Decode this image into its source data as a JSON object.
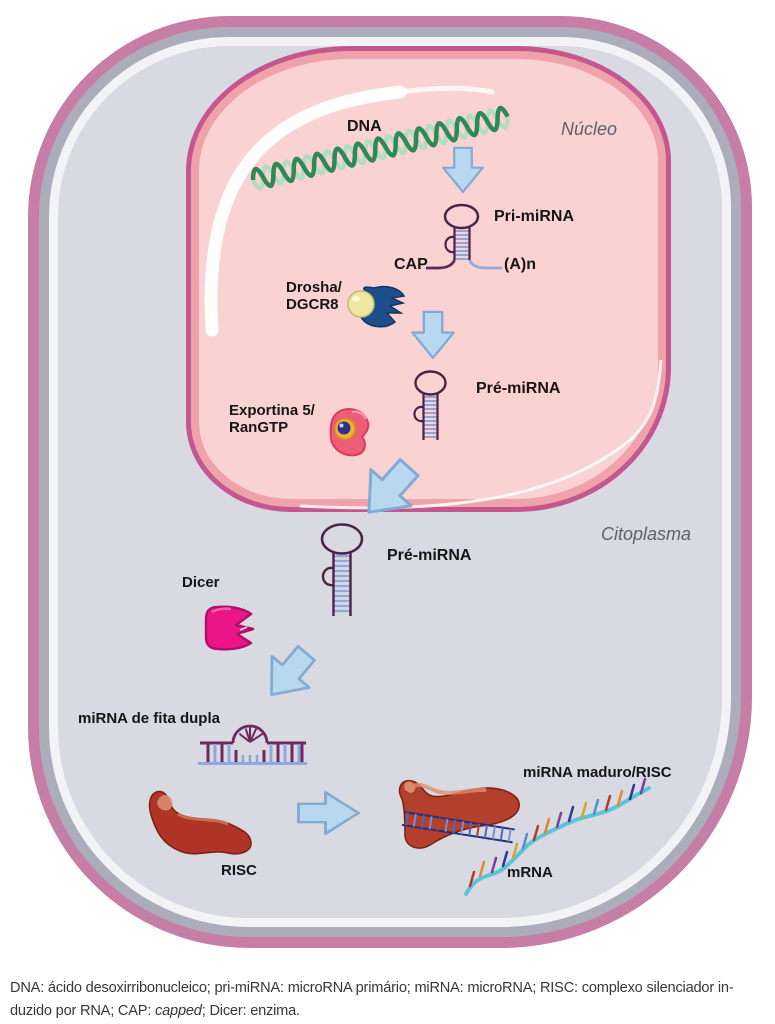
{
  "figure": {
    "regions": {
      "nucleus": "Núcleo",
      "cytoplasm": "Citoplasma"
    },
    "labels": {
      "dna": "DNA",
      "pri_mirna": "Pri-miRNA",
      "cap": "CAP",
      "poly_a": "(A)n",
      "drosha_line1": "Drosha/",
      "drosha_line2": "DGCR8",
      "pre_mirna_nucleus": "Pré-miRNA",
      "exportina_line1": "Exportina 5/",
      "exportina_line2": "RanGTP",
      "pre_mirna_cytoplasm": "Pré-miRNA",
      "dicer": "Dicer",
      "mirna_duplex": "miRNA de fita dupla",
      "risc": "RISC",
      "mirna_mature": "miRNA maduro/RISC",
      "mrna": "mRNA"
    },
    "caption": {
      "line1": "DNA: ácido desoxirribonucleico; pri-miRNA: microRNA primário; miRNA: microRNA; RISC: complexo silenciador in-",
      "line2_pre": "duzido por RNA; CAP: ",
      "line2_italic": "capped",
      "line2_post": "; Dicer: enzima."
    },
    "colors": {
      "cell_membrane": "#c67ea6",
      "cell_gray_band": "#abadbb",
      "cytoplasm_fill": "#d8d9e1",
      "nuclear_membrane": "#c4578f",
      "nuclear_band": "#f0a2aa",
      "nucleoplasm_fill": "#f9d2d1",
      "arrow_fill": "#b7d8ef",
      "arrow_stroke": "#82abd3",
      "dna_green_dark": "#2e8a55",
      "dna_green_light": "#b5dcc2",
      "hairpin_purple": "#4a2348",
      "hairpin_rung_blue": "#8fa8dc",
      "drosha_blue": "#1d4e8b",
      "drosha_sphere_yellow": "#ede7a0",
      "exportina_pink": "#ee5d78",
      "rangtp_navy": "#2c3490",
      "dicer_magenta": "#ec1588",
      "risc_red": "#b03527",
      "mrna_cyan": "#5bc4d8"
    }
  }
}
